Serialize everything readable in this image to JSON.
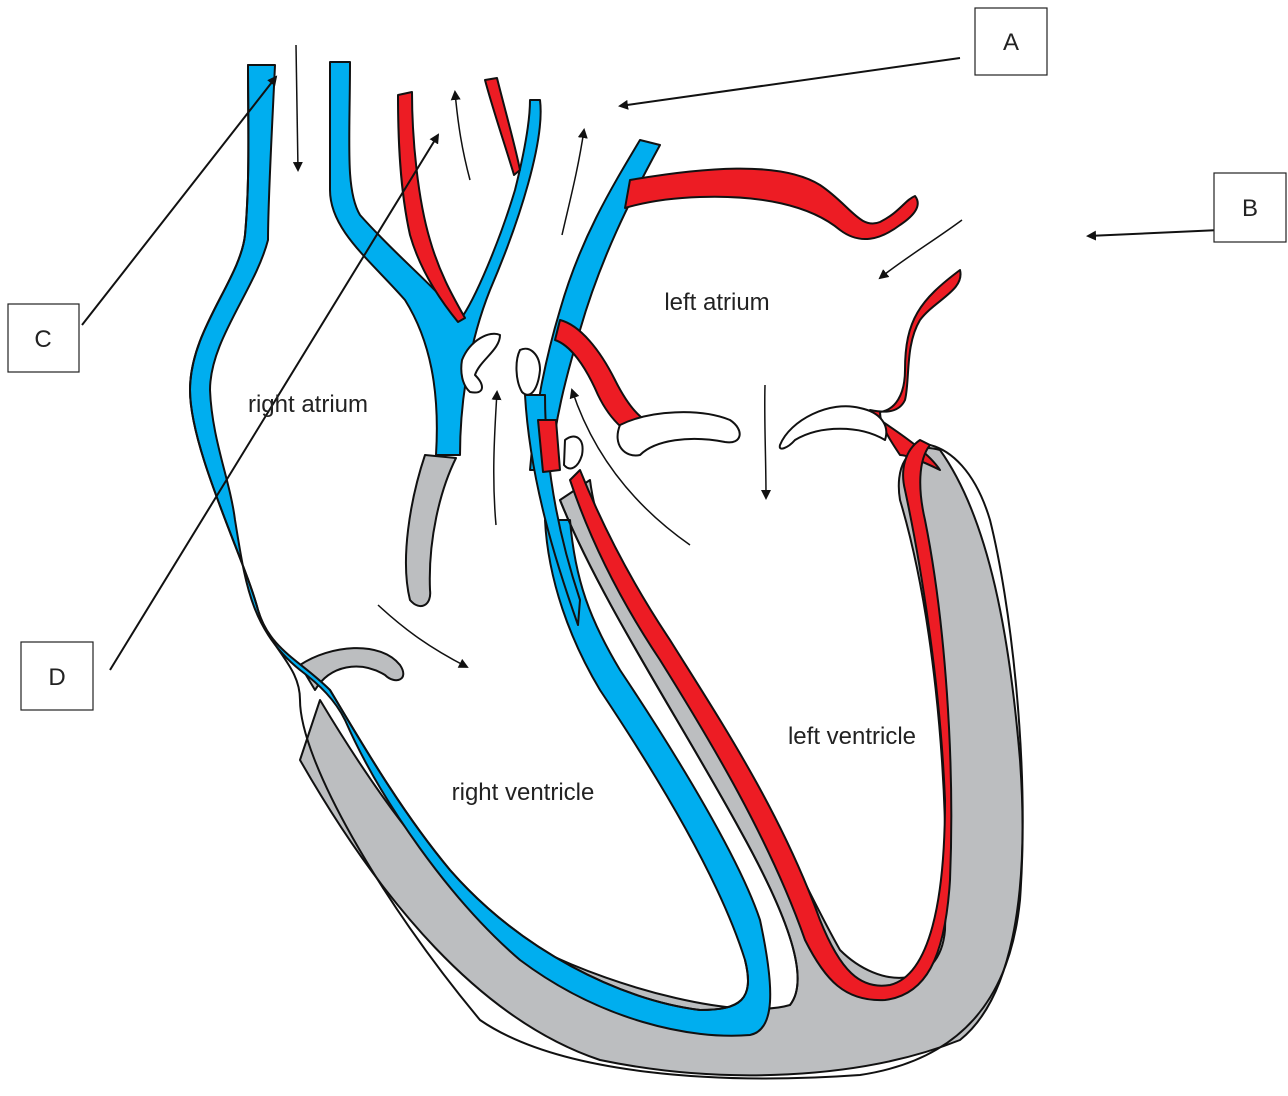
{
  "colors": {
    "deoxygenated": "#00aeef",
    "oxygenated": "#ed1c24",
    "septum": "#bcbec0",
    "valve": "#ffffff",
    "outline": "#111111"
  },
  "chambers": {
    "left_atrium": "left atrium",
    "right_atrium": "right atrium",
    "left_ventricle": "left ventricle",
    "right_ventricle": "right ventricle"
  },
  "label_boxes": {
    "a": "A",
    "b": "B",
    "c": "C",
    "d": "D"
  }
}
